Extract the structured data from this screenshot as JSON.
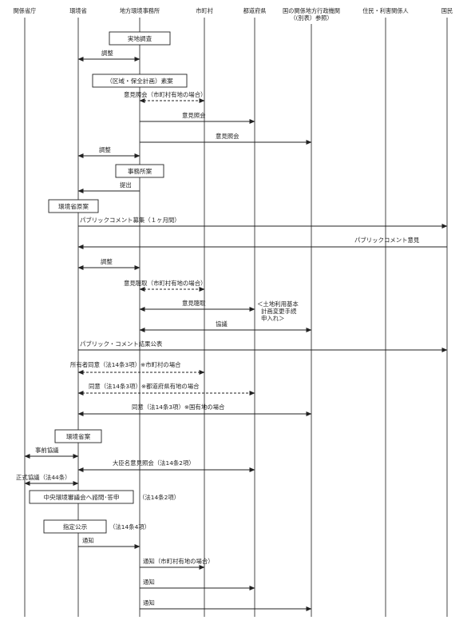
{
  "lanes": [
    "関係省庁",
    "環境省",
    "地方環境事務所",
    "市町村",
    "都道府県",
    "国の関係地方行政機関",
    "（(別表）参照）",
    "住民・利害関係人",
    "国民"
  ],
  "boxes": [
    "実地調査",
    "（区域・保全計画）素案",
    "事務所案",
    "環境省原案",
    "環境省案",
    "中央環境審議会へ諮問･答申",
    "指定公示"
  ],
  "messages": [
    "調整",
    "意見照会（市町村有地の場合）",
    "意見照会",
    "意見照会",
    "調整",
    "提出",
    "パブリックコメント募集（１ヶ月間）",
    "パブリックコメント意見",
    "調整",
    "意見聴取（市町村有地の場合）",
    "意見聴取",
    "協議",
    "パブリック・コメント結果公表",
    "所有者同意（法14条3項）※市町村の場合",
    "同意（法14条3項）※都道府県有地の場合",
    "同意（法14条3項）※国有地の場合",
    "事前協議",
    "大臣名意見照会（法14条2項）",
    "正式協議（法44条）",
    "通知",
    "通知（市町村有地の場合）",
    "通知",
    "通知"
  ],
  "notes": [
    "（法14条2項）",
    "（法14条4項）",
    "＜土地利用基本",
    "計画変更手続",
    "申入れ＞"
  ]
}
